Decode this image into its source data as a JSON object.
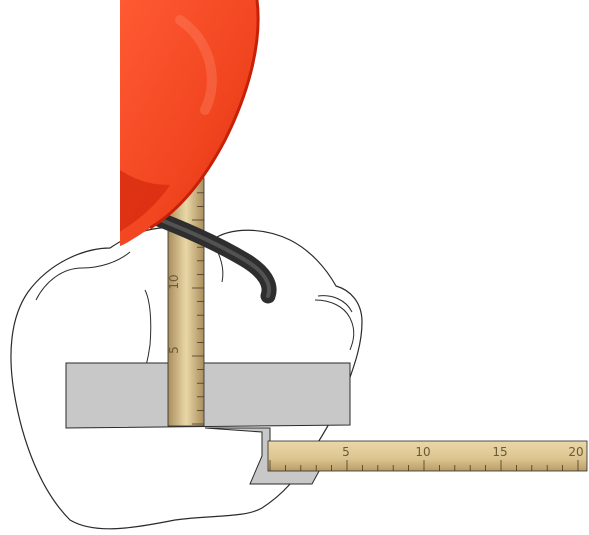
{
  "vertical_ruler": {
    "labels": [
      "5",
      "10"
    ]
  },
  "horizontal_ruler": {
    "labels": [
      "5",
      "10",
      "15",
      "20"
    ]
  },
  "colors": {
    "background": "#ffffff",
    "outline": "#2a2a2a",
    "plate": "#c8c8c8",
    "ruler_light": "#e9d6a6",
    "ruler_dark": "#b79c67",
    "handle": "#3f3f3f",
    "instrument_head": "#f04a24",
    "instrument_head_dark": "#d92e12"
  },
  "icons": {
    "instrument": "dental-mirror-icon",
    "tooth": "molar-tooth-icon"
  }
}
